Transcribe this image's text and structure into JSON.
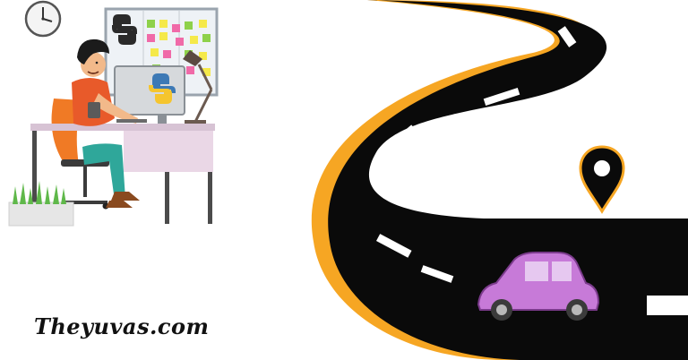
{
  "brand": {
    "text": "Theyuvas.com"
  },
  "scene": {
    "illustration": "developer-at-desk",
    "road": "winding-road",
    "vehicle": "car-icon",
    "marker": "map-pin-icon",
    "logo_icon": "python-logo-icon"
  },
  "colors": {
    "road": "#0a0a0a",
    "road_edge": "#f6a623",
    "lane_marking": "#ffffff",
    "car": "#c77ad8",
    "shirt": "#e85a2a",
    "chair": "#f07a25",
    "pants": "#2fa79a",
    "desk": "#ead7e6",
    "board": "#e8edf2",
    "plant": "#5fb84a"
  }
}
